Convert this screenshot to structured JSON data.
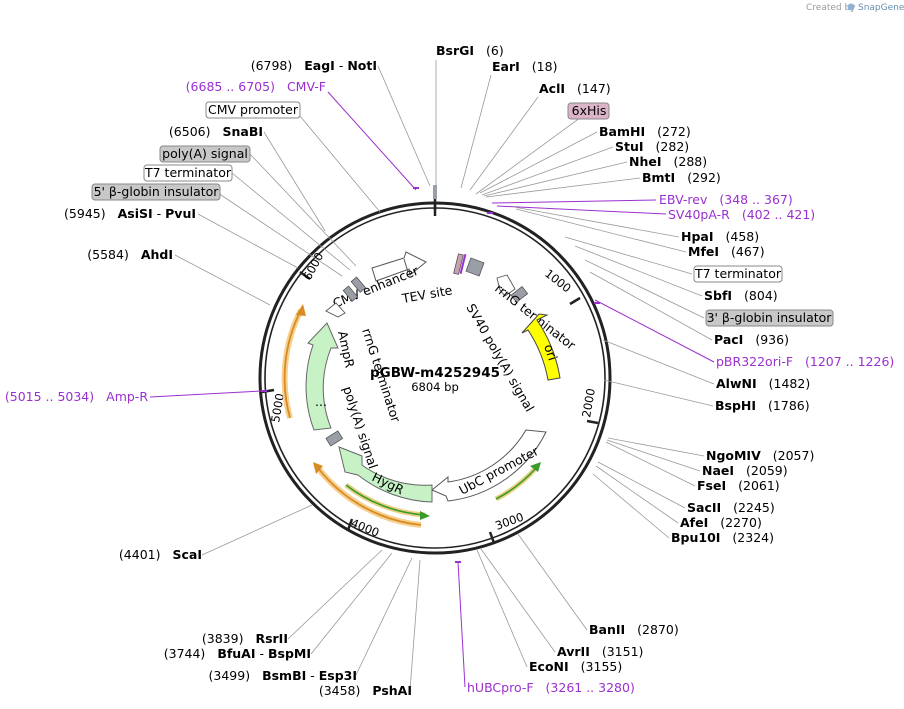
{
  "header": {
    "credit_prefix": "Created by",
    "credit_brand": "SnapGene"
  },
  "plasmid": {
    "name": "pGBW-m4252945",
    "size_label": "6804 bp"
  },
  "ticks": [
    "1000",
    "2000",
    "3000",
    "4000",
    "5000",
    "6000"
  ],
  "sites": [
    {
      "name": "BsrGI",
      "pos": "(6)"
    },
    {
      "name": "EarI",
      "pos": "(18)"
    },
    {
      "name": "AclI",
      "pos": "(147)"
    },
    {
      "name": "BamHI",
      "pos": "(272)"
    },
    {
      "name": "StuI",
      "pos": "(282)"
    },
    {
      "name": "NheI",
      "pos": "(288)"
    },
    {
      "name": "BmtI",
      "pos": "(292)"
    },
    {
      "name": "HpaI",
      "pos": "(458)"
    },
    {
      "name": "MfeI",
      "pos": "(467)"
    },
    {
      "name": "SbfI",
      "pos": "(804)"
    },
    {
      "name": "PacI",
      "pos": "(936)"
    },
    {
      "name": "AlwNI",
      "pos": "(1482)"
    },
    {
      "name": "BspHI",
      "pos": "(1786)"
    },
    {
      "name": "NgoMIV",
      "pos": "(2057)"
    },
    {
      "name": "NaeI",
      "pos": "(2059)"
    },
    {
      "name": "FseI",
      "pos": "(2061)"
    },
    {
      "name": "SacII",
      "pos": "(2245)"
    },
    {
      "name": "AfeI",
      "pos": "(2270)"
    },
    {
      "name": "Bpu10I",
      "pos": "(2324)"
    },
    {
      "name": "BanII",
      "pos": "(2870)"
    },
    {
      "name": "AvrII",
      "pos": "(3151)"
    },
    {
      "name": "EcoNI",
      "pos": "(3155)"
    },
    {
      "name": "PshAI",
      "pos": "(3458)"
    },
    {
      "name": "BsmBI",
      "pos": "(3499)",
      "name2": "Esp3I"
    },
    {
      "name": "BfuAI",
      "pos": "(3744)",
      "name2": "BspMI"
    },
    {
      "name": "RsrII",
      "pos": "(3839)"
    },
    {
      "name": "ScaI",
      "pos": "(4401)"
    },
    {
      "name": "AhdI",
      "pos": "(5584)"
    },
    {
      "name": "AsiSI",
      "pos": "(5945)",
      "name2": "PvuI"
    },
    {
      "name": "SnaBI",
      "pos": "(6506)"
    },
    {
      "name": "EagI",
      "pos": "(6798)",
      "name2": "NotI"
    }
  ],
  "primers": [
    {
      "name": "CMV-F",
      "range": "(6685 .. 6705)"
    },
    {
      "name": "EBV-rev",
      "range": "(348 .. 367)"
    },
    {
      "name": "SV40pA-R",
      "range": "(402 .. 421)"
    },
    {
      "name": "pBR322ori-F",
      "range": "(1207 .. 1226)"
    },
    {
      "name": "hUBCpro-F",
      "range": "(3261 .. 3280)"
    },
    {
      "name": "Amp-R",
      "range": "(5015 .. 5034)"
    }
  ],
  "boxed_labels": [
    {
      "text": "CMV promoter",
      "style": "white"
    },
    {
      "text": "poly(A) signal",
      "style": "gray"
    },
    {
      "text": "T7 terminator",
      "style": "white"
    },
    {
      "text": "5' β-globin insulator",
      "style": "gray"
    },
    {
      "text": "6xHis",
      "style": "pink"
    },
    {
      "text": "T7 terminator",
      "style": "white"
    },
    {
      "text": "3' β-globin insulator",
      "style": "gray"
    }
  ],
  "features": {
    "cmv_enhancer": "CMV enhancer",
    "tev_site": "TEV site",
    "rrng_term_1": "rrnG terminator",
    "sv40_polya": "SV40 poly(A) signal",
    "ori": "ori",
    "ubc_promoter": "UbC promoter",
    "hygr": "HygR",
    "ampr": "AmpR",
    "ampr_dots": "...",
    "rrng_term_2": "rrnG terminator",
    "polya_signal": "poly(A) signal"
  },
  "colors": {
    "backbone": "#222222",
    "primer": "#9b30d0",
    "resistance_fill": "#c6f2c6",
    "ori_fill": "#ffff00",
    "orf_orange": "#e8a34a",
    "orf_green": "#3a9a2a",
    "gray_box": "#c8c8c8",
    "pink_box": "#dcb4c8"
  }
}
